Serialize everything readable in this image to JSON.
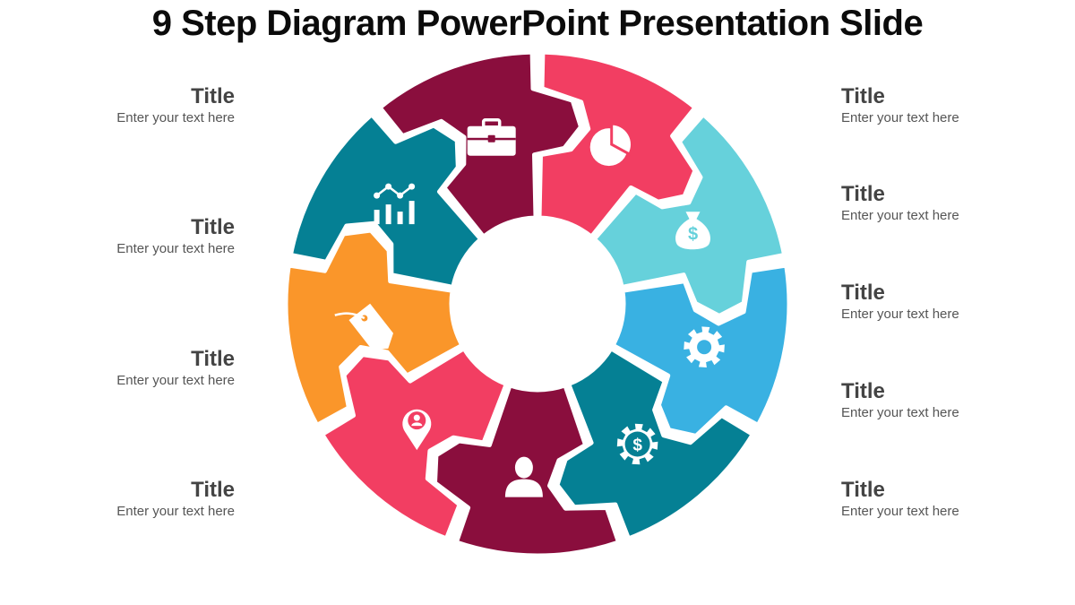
{
  "slide": {
    "title": "9 Step Diagram PowerPoint Presentation Slide"
  },
  "segments": [
    {
      "icon": "pie-chart-icon",
      "color": "#F23E62"
    },
    {
      "icon": "money-bag-icon",
      "color": "#66D1DB"
    },
    {
      "icon": "gear-icon",
      "color": "#39B1E2"
    },
    {
      "icon": "dollar-gear-icon",
      "color": "#058094"
    },
    {
      "icon": "user-icon",
      "color": "#8A0E3D"
    },
    {
      "icon": "location-pin-icon",
      "color": "#F23E62"
    },
    {
      "icon": "price-tag-icon",
      "color": "#FA962A"
    },
    {
      "icon": "analytics-icon",
      "color": "#058094"
    },
    {
      "icon": "briefcase-icon",
      "color": "#8A0E3D"
    }
  ],
  "left_labels": [
    {
      "title": "Title",
      "text": "Enter your text here"
    },
    {
      "title": "Title",
      "text": "Enter your text here"
    },
    {
      "title": "Title",
      "text": "Enter your text here"
    },
    {
      "title": "Title",
      "text": "Enter your text here"
    }
  ],
  "right_labels": [
    {
      "title": "Title",
      "text": "Enter your text here"
    },
    {
      "title": "Title",
      "text": "Enter your text here"
    },
    {
      "title": "Title",
      "text": "Enter your text here"
    },
    {
      "title": "Title",
      "text": "Enter your text here"
    },
    {
      "title": "Title",
      "text": "Enter your text here"
    }
  ]
}
